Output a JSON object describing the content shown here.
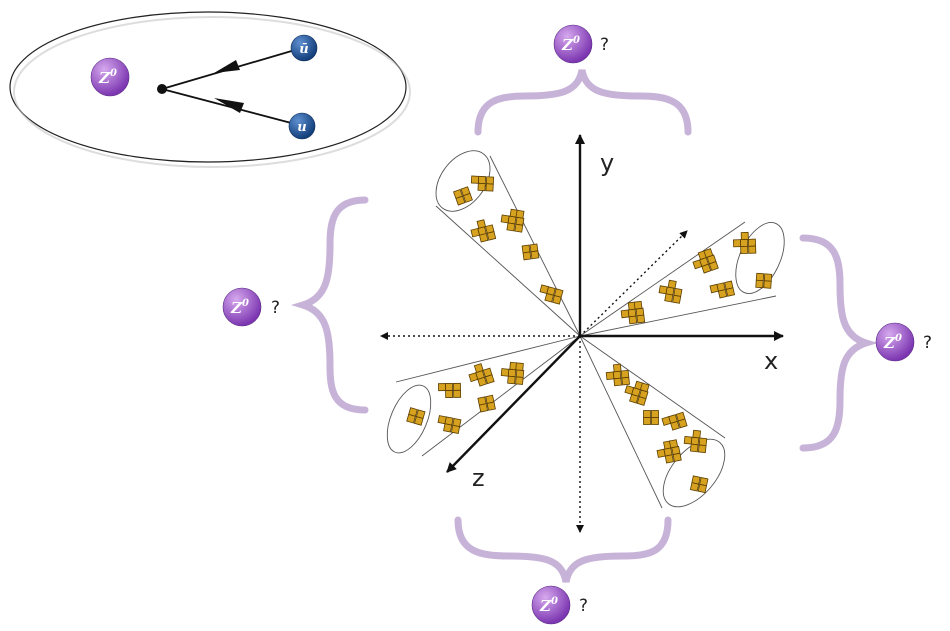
{
  "colors": {
    "z_ball": "#7b35b0",
    "z_ball_light": "#d6a9ee",
    "quark_ball": "#123e7a",
    "quark_ball_light": "#5e8fd0",
    "brace": "#c8b3d8",
    "cluster_fill": "#d6a21f",
    "cluster_edge": "#5a3d00",
    "cone_stroke": "#555555"
  },
  "inset": {
    "parent_label": "Z",
    "parent_superscript": "0",
    "antiquark_label": "ū",
    "quark_label": "u"
  },
  "axes": {
    "x_label": "x",
    "y_label": "y",
    "z_label": "z"
  },
  "candidates": {
    "top": {
      "label": "Z",
      "superscript": "0",
      "mark": "?"
    },
    "left": {
      "label": "Z",
      "superscript": "0",
      "mark": "?"
    },
    "right": {
      "label": "Z",
      "superscript": "0",
      "mark": "?"
    },
    "bottom": {
      "label": "Z",
      "superscript": "0",
      "mark": "?"
    }
  },
  "icons": {
    "z_boson": "z-boson-icon",
    "antiquark": "antiquark-icon",
    "quark": "quark-icon",
    "hadron_cluster": "hadron-cluster-icon"
  }
}
